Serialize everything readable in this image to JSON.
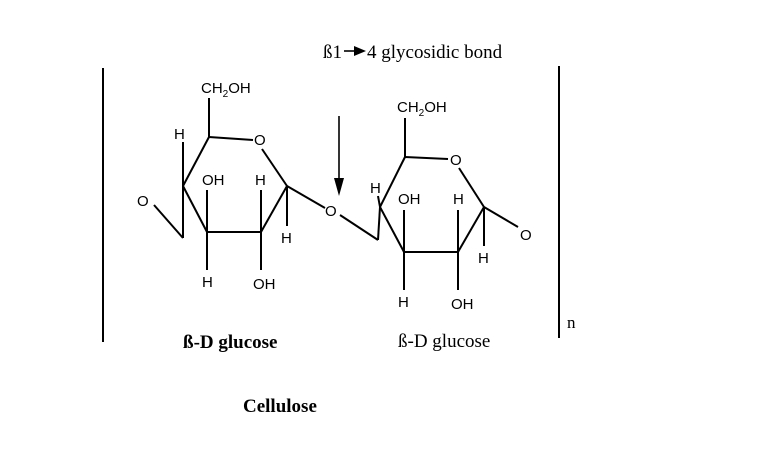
{
  "diagram": {
    "bond_label_prefix": "ß1",
    "bond_label_suffix": "4 glycosidic bond",
    "repeat_subscript": "n",
    "title": "Cellulose",
    "left_unit": {
      "ch2oh_main": "CH",
      "ch2oh_sub": "2",
      "ch2oh_end": "OH",
      "ring_o": "O",
      "h_top": "H",
      "oh_mid": "OH",
      "h_mid": "H",
      "h_right": "H",
      "h_bottom": "H",
      "oh_bottom": "OH",
      "linker_o": "O",
      "name_prefix": "ß-",
      "name": "D glucose"
    },
    "glycosidic_o": "O",
    "right_unit": {
      "ch2oh_main": "CH",
      "ch2oh_sub": "2",
      "ch2oh_end": "OH",
      "ring_o": "O",
      "h_left": "H",
      "oh_mid": "OH",
      "h_mid": "H",
      "h_right": "H",
      "h_bottom": "H",
      "oh_bottom": "OH",
      "linker_o": "O",
      "name": "ß-D glucose"
    }
  }
}
